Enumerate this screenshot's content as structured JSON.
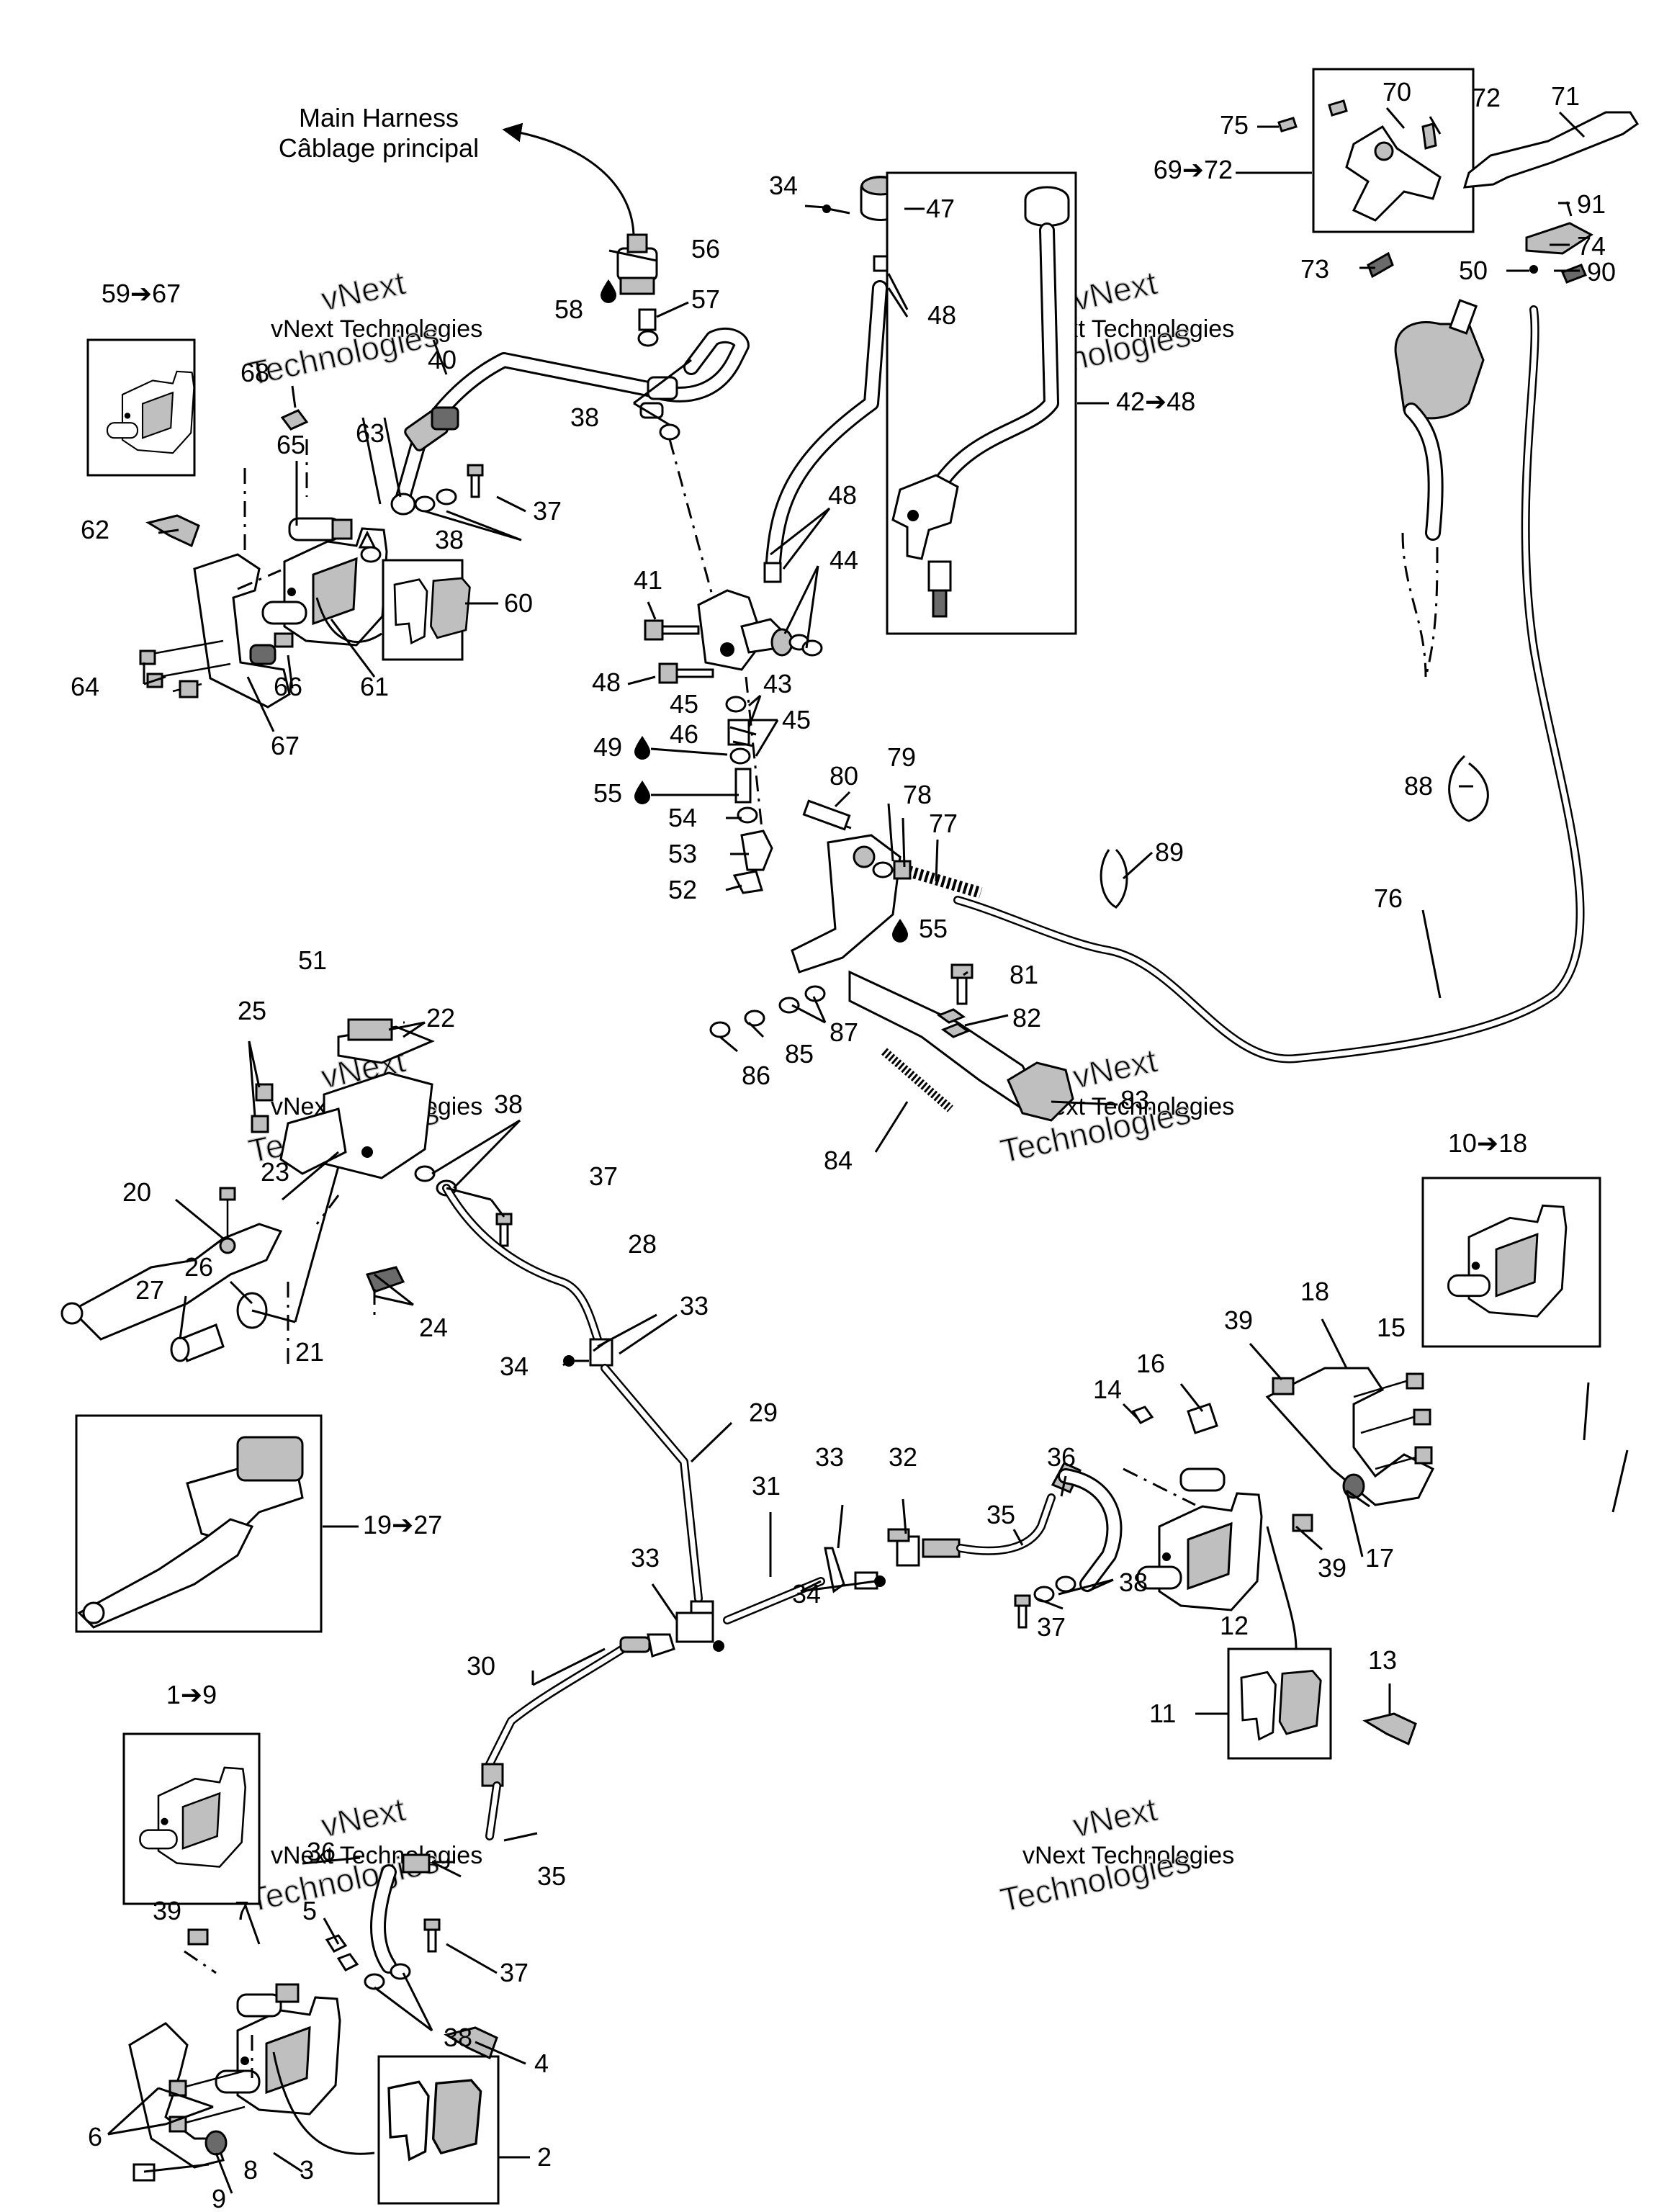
{
  "callout": {
    "line1": "Main Harness",
    "line2": "Câblage principal"
  },
  "watermark": {
    "brand": "vNext Technologies",
    "word1": "vNext",
    "word2": "Technologies"
  },
  "kits": {
    "caliper_1_9": "1➔9",
    "caliper_10_18": "10➔18",
    "master_19_27": "19➔27",
    "reservoir_42_48": "42➔48",
    "caliper_59_67": "59➔67",
    "lever_69_72": "69➔72"
  },
  "labels": {
    "n2": "2",
    "n3": "3",
    "n4": "4",
    "n5": "5",
    "n6": "6",
    "n7": "7",
    "n8": "8",
    "n9": "9",
    "n11": "11",
    "n12": "12",
    "n13": "13",
    "n14": "14",
    "n15": "15",
    "n16": "16",
    "n17": "17",
    "n18": "18",
    "n20": "20",
    "n21": "21",
    "n22": "22",
    "n23": "23",
    "n24": "24",
    "n25": "25",
    "n26": "26",
    "n27": "27",
    "n28": "28",
    "n29": "29",
    "n30": "30",
    "n31": "31",
    "n32": "32",
    "n33": "33",
    "n34": "34",
    "n35": "35",
    "n36": "36",
    "n37": "37",
    "n38": "38",
    "n39": "39",
    "n40": "40",
    "n41": "41",
    "n43": "43",
    "n44": "44",
    "n45": "45",
    "n46": "46",
    "n47": "47",
    "n48": "48",
    "n49": "49",
    "n50": "50",
    "n51": "51",
    "n52": "52",
    "n53": "53",
    "n54": "54",
    "n55": "55",
    "n56": "56",
    "n57": "57",
    "n58": "58",
    "n60": "60",
    "n61": "61",
    "n62": "62",
    "n63": "63",
    "n64": "64",
    "n65": "65",
    "n66": "66",
    "n67": "67",
    "n68": "68",
    "n70": "70",
    "n71": "71",
    "n72": "72",
    "n73": "73",
    "n74": "74",
    "n75": "75",
    "n76": "76",
    "n77": "77",
    "n78": "78",
    "n79": "79",
    "n80": "80",
    "n81": "81",
    "n82": "82",
    "n83": "83",
    "n84": "84",
    "n85": "85",
    "n86": "86",
    "n87": "87",
    "n88": "88",
    "n89": "89",
    "n90": "90",
    "n91": "91"
  },
  "icons": {
    "lubricant": "oil-drop-icon",
    "callout_arrow": "curved-arrow-icon"
  }
}
